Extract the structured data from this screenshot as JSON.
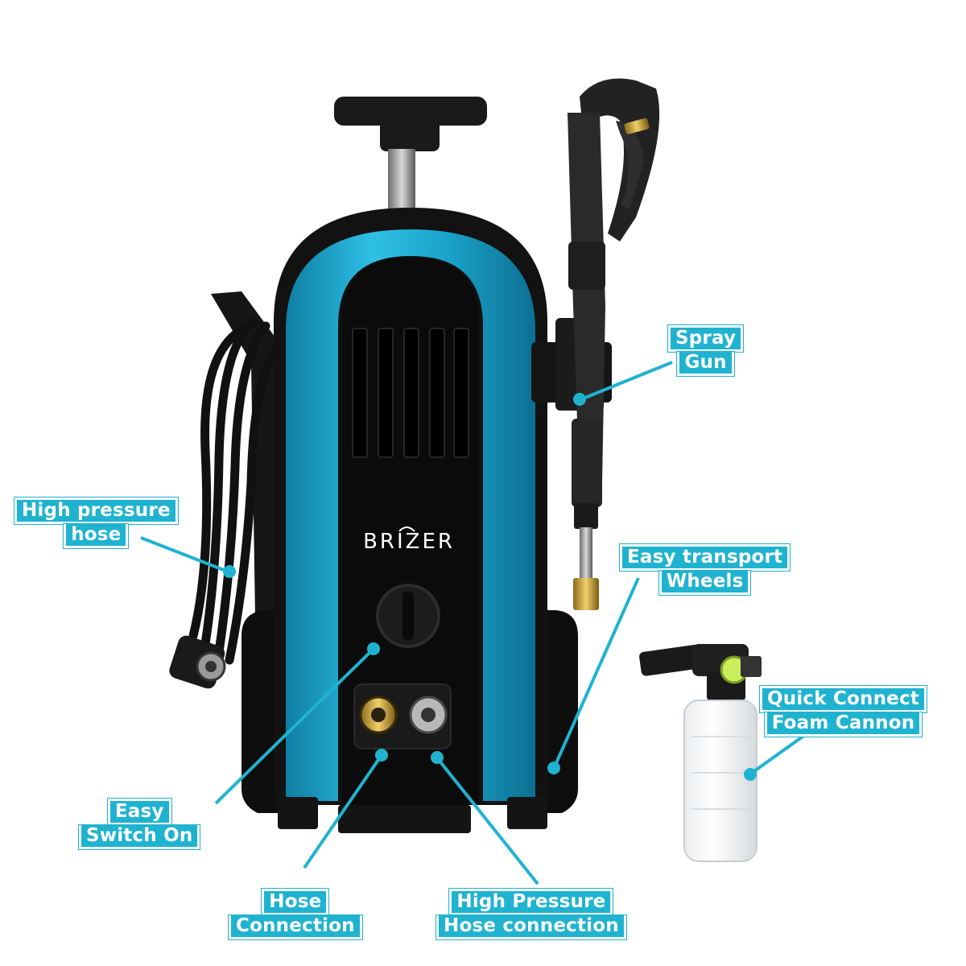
{
  "brand": {
    "logo_text": "BRIZER"
  },
  "colors": {
    "accent": "#1fb3d0",
    "body_blue": "#1a9cc2",
    "body_black": "#111111",
    "label_text": "#ffffff"
  },
  "callouts": {
    "spray_gun": {
      "line1": "Spray",
      "line2": "Gun"
    },
    "high_pressure_hose": {
      "line1": "High pressure",
      "line2": "hose"
    },
    "easy_transport_wheels": {
      "line1": "Easy transport",
      "line2": "Wheels"
    },
    "quick_connect_foam_cannon": {
      "line1": "Quick Connect",
      "line2": "Foam Cannon"
    },
    "easy_switch_on": {
      "line1": "Easy",
      "line2": "Switch On"
    },
    "hose_connection": {
      "line1": "Hose",
      "line2": "Connection"
    },
    "high_pressure_hose_connection": {
      "line1": "High Pressure",
      "line2": "Hose connection"
    }
  }
}
